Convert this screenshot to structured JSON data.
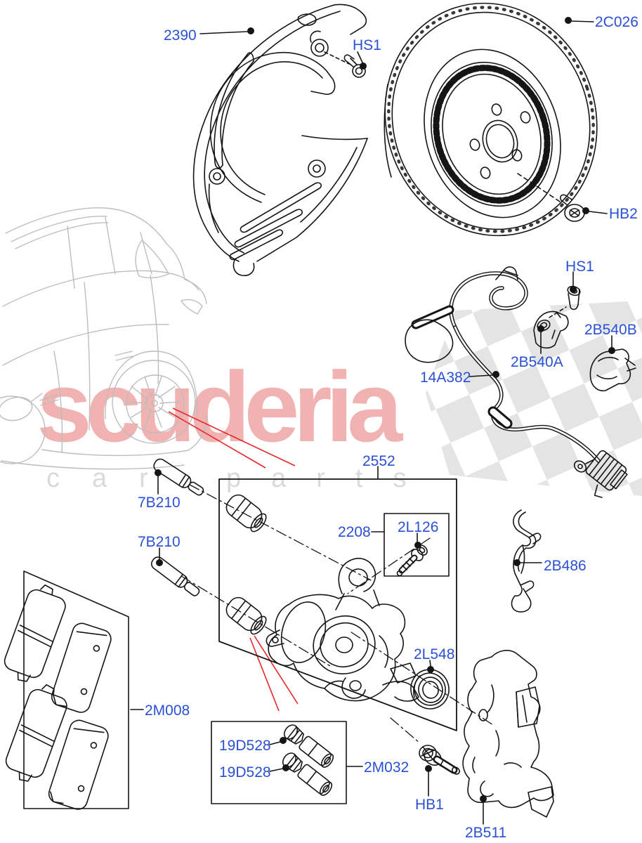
{
  "watermark": {
    "brand": "scuderia",
    "tagline_word1": "car",
    "tagline_word2": "parts",
    "brand_color": "#f0b3b1",
    "tagline_color": "#dadada",
    "checker_color": "#e4e4e4"
  },
  "colors": {
    "label_blue": "#2a50d6",
    "line_black": "#151515",
    "leader_red": "#e8262a",
    "car_gray": "#bdbdbd"
  },
  "parts": {
    "splash_shield": "2390",
    "brake_disc": "2C026",
    "screw_hs1": "HS1",
    "bolt_hb2": "HB2",
    "abs_sensor_bracket": "2B540A",
    "abs_sensor_clip": "2B540B",
    "abs_sensor": "14A382",
    "caliper_assembly": "2552",
    "guide_pin": "7B210",
    "caliper_housing": "2208",
    "bleed_screw": "2L126",
    "pad_retaining_clip": "2B486",
    "piston_seal": "2L548",
    "brake_pads_kit": "2M008",
    "guide_bush": "19D528",
    "guide_repair_kit": "2M032",
    "bolt_hb1": "HB1",
    "caliper_anchor_bracket": "2B511"
  }
}
